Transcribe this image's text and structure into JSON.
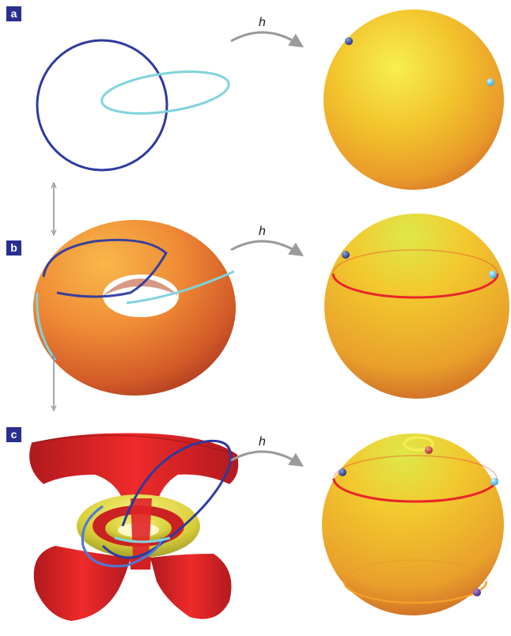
{
  "panels": [
    {
      "label": "a",
      "map_label": "h"
    },
    {
      "label": "b",
      "map_label": "h"
    },
    {
      "label": "c",
      "map_label": "h"
    }
  ],
  "colors": {
    "label_bg": "#2a2f8f",
    "dark_blue_circle": "#2d3aa0",
    "cyan_circle": "#7fd3dd",
    "sphere_light": "#f2e94a",
    "sphere_mid": "#f0b52a",
    "sphere_dark": "#d9772a",
    "torus_light": "#f3a444",
    "torus_dark": "#b63a20",
    "fibre_red": "#e8262b",
    "fibre_yellow": "#f4ef5a",
    "arrow_gray": "#9a9a9a"
  },
  "icons": [
    "curved-arrow-icon",
    "double-arrow-icon"
  ]
}
